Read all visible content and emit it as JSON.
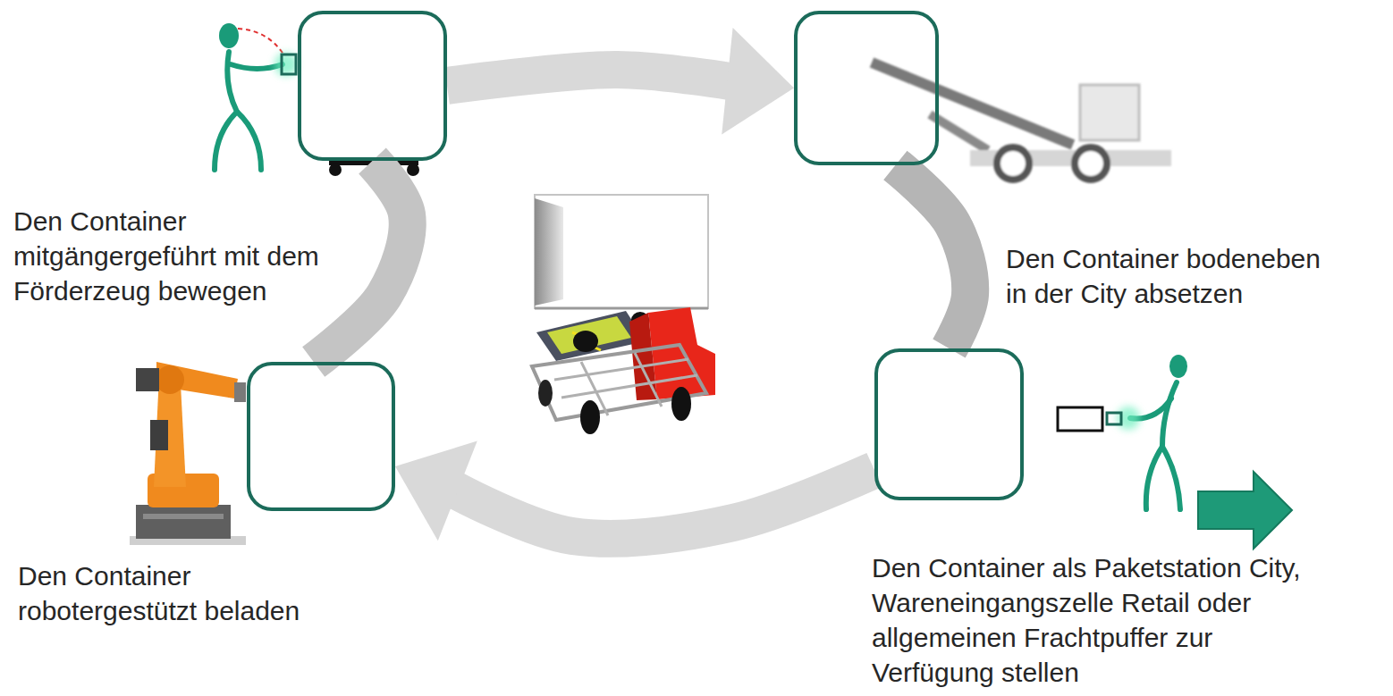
{
  "diagram": {
    "nodes": [
      {
        "text": [
          "Den Container mitgängergeführt mit dem Förderzeug bewegen"
        ]
      },
      {
        "text": [
          "Den Container bodeneben in der City absetzen"
        ]
      },
      {
        "text": [
          "Den Container als Paketstation City, Wareneingangszelle Retail oder allgemeinen Frachtpuffer zur Verfügung stellen"
        ]
      },
      {
        "text": [
          "Den Container robotergestützt beladen"
        ]
      }
    ],
    "edges": [
      {
        "from": 0,
        "to": 1,
        "arrow": "to"
      },
      {
        "from": 1,
        "to": 2,
        "arrow": "none"
      },
      {
        "from": 2,
        "to": 3,
        "arrow": "to"
      },
      {
        "from": 3,
        "to": 0,
        "arrow": "none"
      }
    ]
  }
}
